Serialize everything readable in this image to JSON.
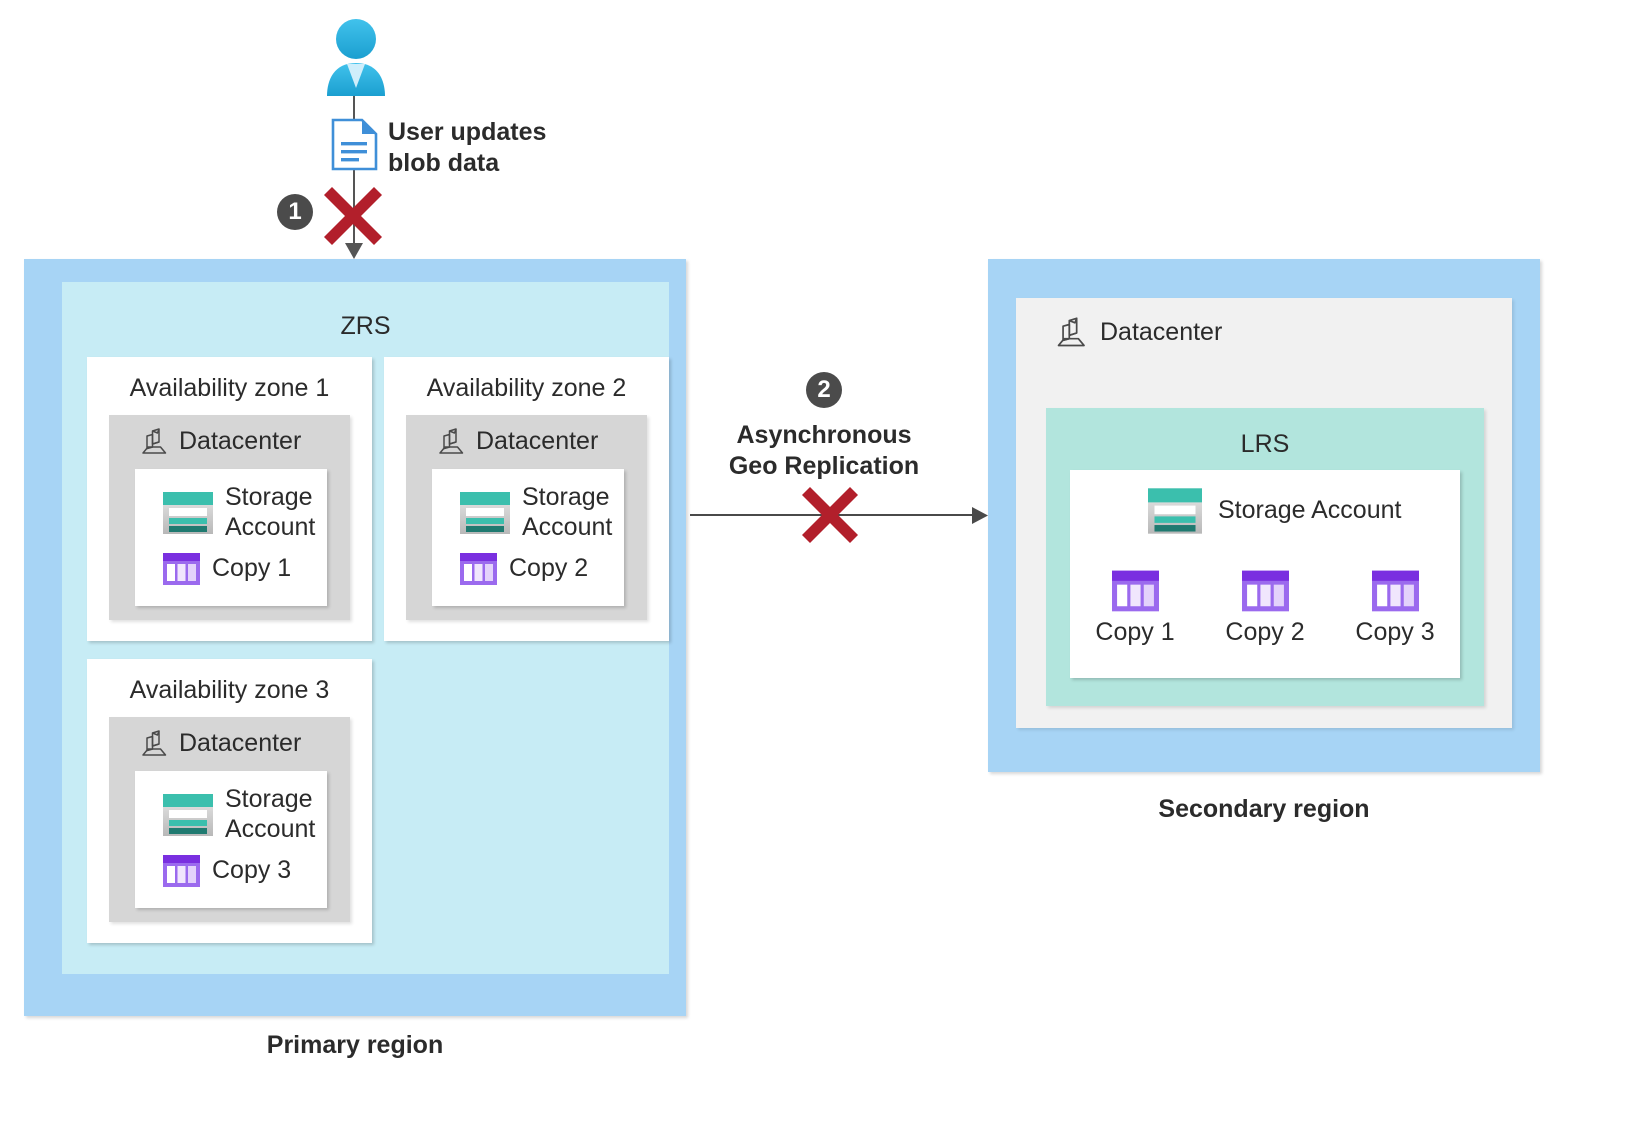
{
  "diagram": {
    "title": "Azure storage redundancy: ZRS primary with geo-replication to LRS secondary",
    "colors": {
      "region_blue": "#a7d4f5",
      "zrs_cyan": "#c7ecf5",
      "lrs_mint": "#b2e5dd",
      "datacenter_gray": "#d6d6d6",
      "panel_gray": "#f1f1f1",
      "badge_gray": "#4b4b4b",
      "error_red": "#b21f2b",
      "storage_teal": "#3bbfad",
      "storage_teal_dark": "#1f7a70",
      "copy_purple": "#7a2fe0",
      "copy_purple_light": "#c9a8f5",
      "user_blue": "#2aa9de",
      "text": "#2b2b2b"
    }
  },
  "user_flow": {
    "user_icon": "user-icon",
    "document_icon": "document-icon",
    "label_line1": "User updates",
    "label_line2": "blob data",
    "step_number": "1",
    "blocked_icon": "red-x-icon"
  },
  "replication": {
    "step_number": "2",
    "label_line1": "Asynchronous",
    "label_line2": "Geo Replication",
    "blocked_icon": "red-x-icon",
    "arrow_icon": "arrow-right-icon"
  },
  "primary_region": {
    "caption": "Primary region",
    "redundancy_label": "ZRS",
    "zones": [
      {
        "name": "Availability zone 1",
        "datacenter_label": "Datacenter",
        "storage_account_line1": "Storage",
        "storage_account_line2": "Account",
        "copy_label": "Copy 1"
      },
      {
        "name": "Availability zone 2",
        "datacenter_label": "Datacenter",
        "storage_account_line1": "Storage",
        "storage_account_line2": "Account",
        "copy_label": "Copy 2"
      },
      {
        "name": "Availability zone 3",
        "datacenter_label": "Datacenter",
        "storage_account_line1": "Storage",
        "storage_account_line2": "Account",
        "copy_label": "Copy 3"
      }
    ]
  },
  "secondary_region": {
    "caption": "Secondary region",
    "datacenter_label": "Datacenter",
    "redundancy_label": "LRS",
    "storage_account_label": "Storage Account",
    "copies": [
      {
        "label": "Copy 1"
      },
      {
        "label": "Copy 2"
      },
      {
        "label": "Copy 3"
      }
    ]
  }
}
